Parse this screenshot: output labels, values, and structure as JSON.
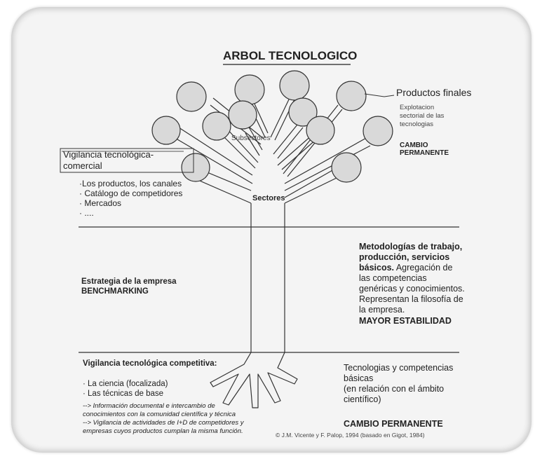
{
  "title": "ARBOL TECNOLOGICO",
  "canopy": {
    "productos_finales": "Productos finales",
    "explotacion": [
      "Explotacion",
      "sectorial de las",
      "tecnologias"
    ],
    "cambio_permanente": [
      "CAMBIO",
      "PERMANENTE"
    ],
    "subsectores": "Subsectores",
    "sectores": "Sectores"
  },
  "vigilancia_comercial": {
    "label": [
      "Vigilancia tecnológica-",
      "comercial"
    ],
    "items": [
      "·Los productos, los canales",
      "· Catálogo de competidores",
      "· Mercados",
      "· ...."
    ]
  },
  "trunk": {
    "estrategia": [
      "Estrategia de la empresa",
      "BENCHMARKING"
    ],
    "metodologias": {
      "lines": [
        "Metodologías de trabajo,",
        "producción,        servicios",
        "básicos.",
        " Agregación de",
        "las            competencias",
        "genéricas y conocimientos.",
        "Representan la filosofía de",
        "la empresa."
      ],
      "mayor": "MAYOR ESTABILIDAD"
    }
  },
  "roots": {
    "vigilancia_competitiva": "Vigilancia tecnológica competitiva:",
    "items": [
      "· La ciencia (focalizada)",
      "· Las técnicas de base"
    ],
    "notes": [
      "--> Información documental e intercambio de",
      "conocimientos con la comunidad científica y técnica",
      "--> Vigilancia de actividades de I+D de competidores y",
      "empresas cuyos productos cumplan la misma función."
    ],
    "tecnologias": [
      "Tecnologias     y     competencias",
      "básicas",
      "(en   relación   con   el   ámbito",
      "científico)"
    ],
    "cambio": "CAMBIO PERMANENTE",
    "credit": "© J.M. Vicente y F. Palop, 1994 (basado en Gigot, 1984)"
  }
}
